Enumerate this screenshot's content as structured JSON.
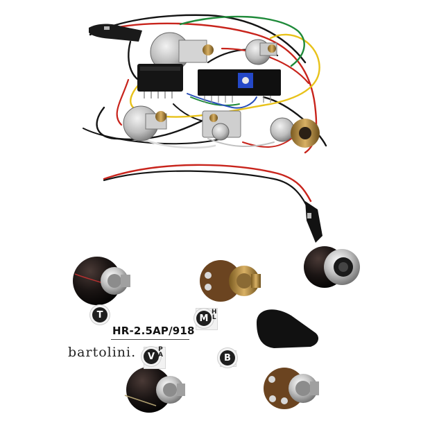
{
  "image": {
    "subject": "Bartolini HR-2.5AP/918 bass preamp wiring harness",
    "colors": {
      "background": "#ffffff",
      "wire_red": "#c8241c",
      "wire_black": "#141414",
      "wire_yellow": "#e8c21a",
      "wire_green": "#1f8a3a",
      "wire_blue": "#2a4fb8",
      "wire_white": "#d8d8d8",
      "pot_brass": "#b88a3c",
      "pot_chrome": "#c9c9c9",
      "knob_black": "#1a1a1a"
    }
  },
  "labels": {
    "treble": "T",
    "mid": "M",
    "mid_switch": "H\nL",
    "volume": "V",
    "volume_switch": "P\nA",
    "bass": "B",
    "model": "HR-2.5AP/918",
    "brand": "bartolini."
  }
}
